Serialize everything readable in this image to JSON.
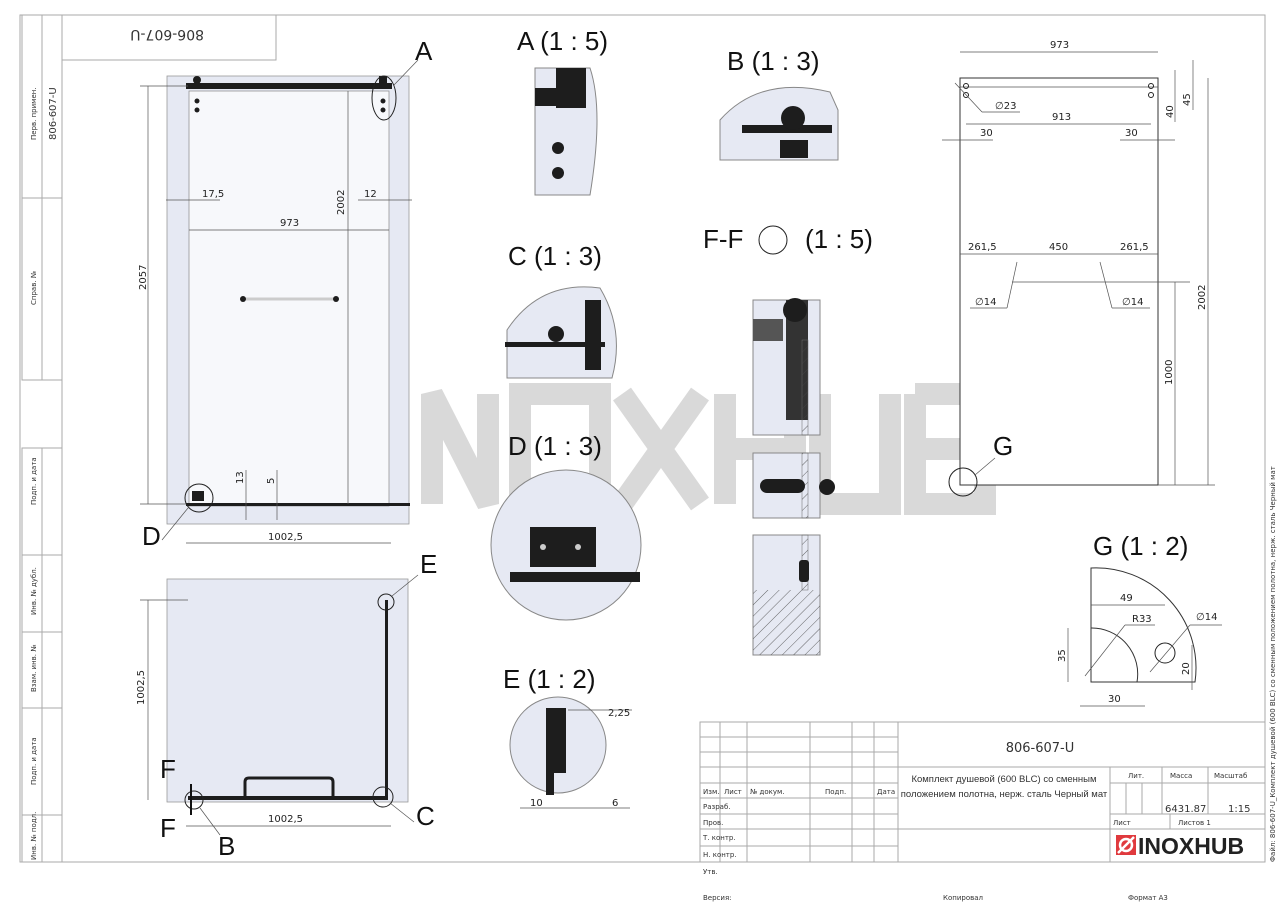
{
  "drawing_number": "806-607-U",
  "stamp_rotated": "806-607-U",
  "watermark": "INOXHUB",
  "side_strip": {
    "fields": [
      "Перв. примен.",
      "Справ. №",
      "Подп. и дата",
      "Инв. № дубл.",
      "Взам. инв. №",
      "Подп. и дата",
      "Инв. № подл."
    ],
    "first_use_value": "806-607-U"
  },
  "vertical_file_note": "Файл: 806-607-U_Комплект душевой (600 BLC) со сменным положением полотна, нерж. сталь Черный мат",
  "front_view": {
    "dims": {
      "height_total": "2057",
      "height_glass": "2002",
      "left_gap": "17,5",
      "right_gap": "12",
      "width": "973",
      "bottom_13": "13",
      "bottom_5": "5",
      "bottom_width": "1002,5"
    },
    "callouts": {
      "a": "A",
      "d": "D"
    }
  },
  "top_view": {
    "dims": {
      "depth": "1002,5",
      "width": "1002,5"
    },
    "callouts": {
      "e": "E",
      "c": "C",
      "b": "B",
      "f1": "F",
      "f2": "F"
    }
  },
  "details": {
    "a": "A (1 : 5)",
    "b": "B (1 : 3)",
    "c": "C (1 : 3)",
    "d": "D (1 : 3)",
    "e": "E (1 : 2)",
    "ff_prefix": "F-F",
    "ff_scale": "(1 : 5)",
    "g": "G (1 : 2)",
    "e_dims": {
      "d1": "2,25",
      "d2": "10",
      "d3": "6"
    }
  },
  "glass_view": {
    "dims": {
      "width": "973",
      "hole_dia": "∅23",
      "hole_span": "913",
      "edge_left": "30",
      "edge_right": "30",
      "v40": "40",
      "v45": "45",
      "s1": "261,5",
      "s2": "450",
      "s3": "261,5",
      "knob_left": "∅14",
      "knob_right": "∅14",
      "height": "2002",
      "knob_height": "1000"
    },
    "callout": "G"
  },
  "g_detail_dims": {
    "d49": "49",
    "r33": "R33",
    "dia14": "∅14",
    "d35": "35",
    "d20": "20",
    "d30": "30"
  },
  "title_block": {
    "headers": [
      "Изм.",
      "Лист",
      "№ докум.",
      "Подп.",
      "Дата"
    ],
    "rows": [
      "Разраб.",
      "Пров.",
      "Т. контр.",
      "Н. контр.",
      "Утв."
    ],
    "doc_number": "806-607-U",
    "title_line1": "Комплект душевой (600 BLC) со сменным",
    "title_line2": "положением полотна, нерж. сталь Черный мат",
    "lit_label": "Лит.",
    "mass_label": "Масса",
    "scale_label": "Масштаб",
    "mass_value": "6431.87",
    "scale_value": "1:15",
    "sheet_label": "Лист",
    "sheets_label": "Листов 1",
    "logo_text": "INOXHUB",
    "brand_color": "#e03a3e"
  },
  "footer": {
    "version": "Версия:",
    "copied": "Копировал",
    "format": "Формат А3"
  }
}
